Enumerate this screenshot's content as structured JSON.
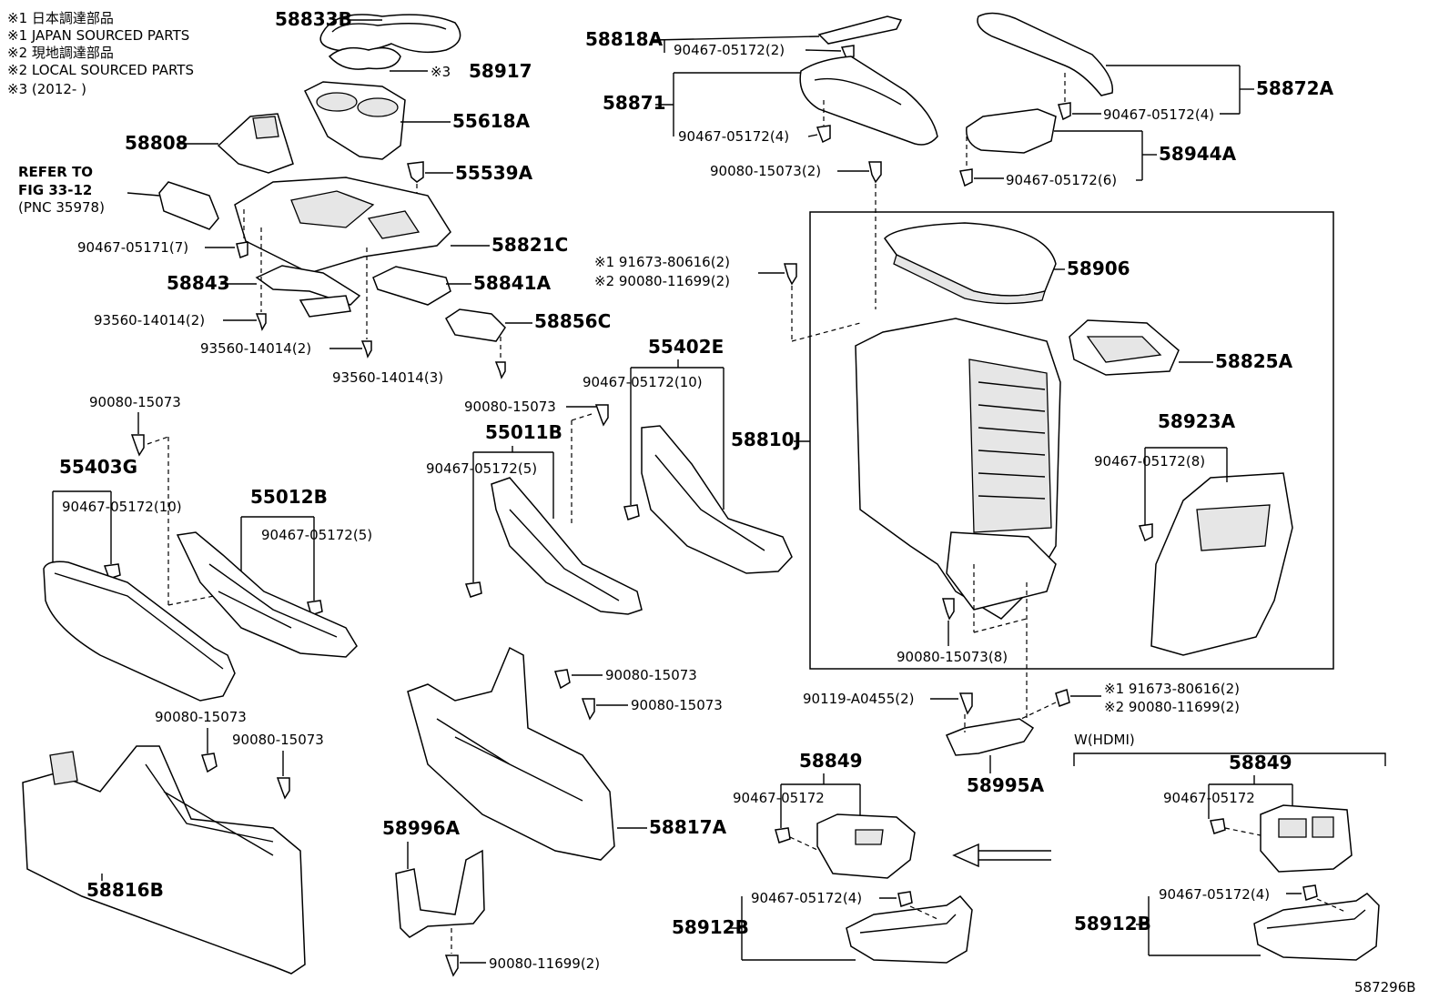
{
  "notes": {
    "n1_jp": "※1 日本調達部品",
    "n1_en": "※1 JAPAN SOURCED PARTS",
    "n2_jp": "※2 現地調達部品",
    "n2_en": "※2 LOCAL SOURCED PARTS",
    "n3": "※3 (2012-       )"
  },
  "refer": {
    "line1": "REFER TO",
    "line2": "FIG 33-12",
    "line3": "(PNC 35978)"
  },
  "parts": {
    "p58833B": "58833B",
    "p58917": "58917",
    "p58917_mark": "※3",
    "p55618A": "55618A",
    "p58808": "58808",
    "p55539A": "55539A",
    "p90467_05171_7": "90467-05171(7)",
    "p58821C": "58821C",
    "p58843": "58843",
    "p58841A": "58841A",
    "p93560_2a": "93560-14014(2)",
    "p58856C": "58856C",
    "p93560_2b": "93560-14014(2)",
    "p93560_3": "93560-14014(3)",
    "p58818A": "58818A",
    "p90467_2": "90467-05172(2)",
    "p58871": "58871",
    "p90467_4a": "90467-05172(4)",
    "p90080_2": "90080-15073(2)",
    "p58872A": "58872A",
    "p90467_4b": "90467-05172(4)",
    "p58944A": "58944A",
    "p90467_6": "90467-05172(6)",
    "p91673_a": "※1 91673-80616(2)",
    "p90080_11699_a": "※2 90080-11699(2)",
    "p58906": "58906",
    "p58825A": "58825A",
    "p55402E": "55402E",
    "p90467_10a": "90467-05172(10)",
    "p90080_a": "90080-15073",
    "p55011B": "55011B",
    "p58810J": "58810J",
    "p58923A": "58923A",
    "p90467_8": "90467-05172(8)",
    "p90467_5a": "90467-05172(5)",
    "p90080_b": "90080-15073",
    "p55403G": "55403G",
    "p90467_10b": "90467-05172(10)",
    "p55012B": "55012B",
    "p90467_5b": "90467-05172(5)",
    "p90080_8": "90080-15073(8)",
    "p90080_c": "90080-15073",
    "p90080_d": "90080-15073",
    "p90119": "90119-A0455(2)",
    "p91673_b": "※1 91673-80616(2)",
    "p90080_11699_b": "※2 90080-11699(2)",
    "p58995A": "58995A",
    "p90080_e": "90080-15073",
    "p90080_f": "90080-15073",
    "p58817A": "58817A",
    "p58849a": "58849",
    "p90467_a": "90467-05172",
    "p58849b": "58849",
    "p90467_b": "90467-05172",
    "p58996A": "58996A",
    "p58816B": "58816B",
    "p90467_4c": "90467-05172(4)",
    "p58912B_a": "58912B",
    "p90467_4d": "90467-05172(4)",
    "p58912B_b": "58912B",
    "p90080_11699_c": "90080-11699(2)",
    "whdmi": "W(HDMI)",
    "fig_id": "587296B"
  }
}
